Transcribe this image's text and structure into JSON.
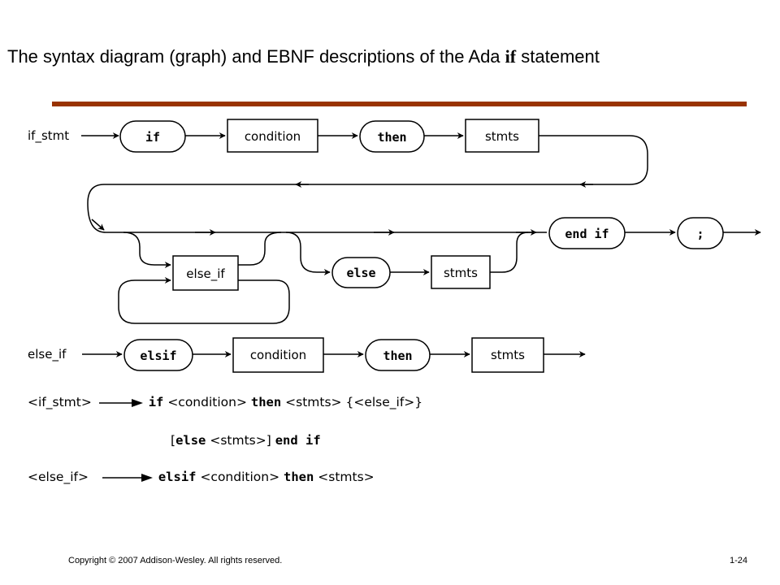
{
  "slide": {
    "title_before": "The syntax diagram (graph) and EBNF descriptions of the Ada",
    "title_keyword": "if",
    "title_after": "statement",
    "rule_color": "#993300",
    "page_number": "1-24",
    "copyright": "Copyright © 2007 Addison-Wesley. All rights reserved."
  },
  "diagram": {
    "if_stmt_label": "if_stmt",
    "if_kw": "if",
    "condition": "condition",
    "then_kw": "then",
    "stmts": "stmts",
    "end_if_kw": "end if",
    "semicolon": ";",
    "else_if": "else_if",
    "else_kw": "else",
    "else_if_label": "else_if",
    "elsif_kw": "elsif"
  },
  "ebnf": {
    "rule1": {
      "lhs": "<if_stmt>",
      "kw_if": "if",
      "cond": "<condition>",
      "kw_then": "then",
      "stmts": "<stmts>",
      "rest": "{<else_if>}"
    },
    "rule1_cont": {
      "open": "[",
      "kw_else": "else",
      "stmts": "<stmts>]",
      "kw_end_if": "end if"
    },
    "rule2": {
      "lhs": "<else_if>",
      "kw_elsif": "elsif",
      "cond": "<condition>",
      "kw_then": "then",
      "stmts": "<stmts>"
    }
  }
}
